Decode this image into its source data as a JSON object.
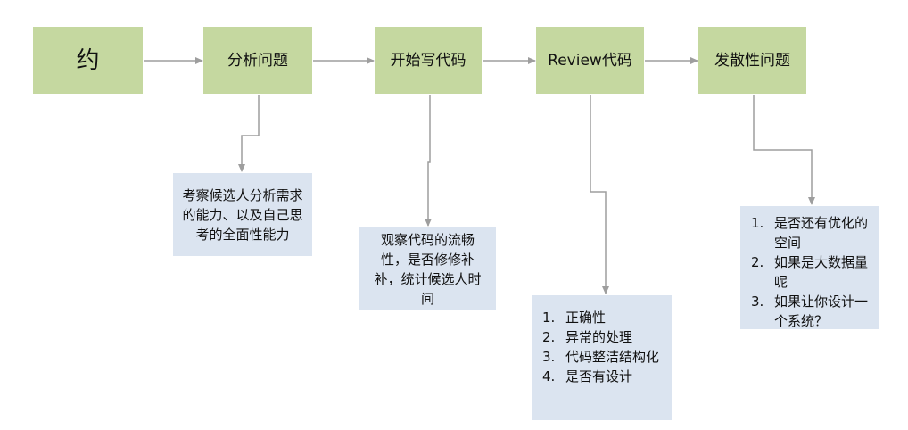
{
  "steps": [
    "约",
    "分析问题",
    "开始写代码",
    "Review代码",
    "发散性问题"
  ],
  "notes": {
    "analyze": "考察候选人分析需求的能力、以及自己思考的全面性能力",
    "code": "观察代码的流畅性，是否修修补补，统计候选人时间",
    "review": [
      "正确性",
      "异常的处理",
      "代码整洁结构化",
      "是否有设计"
    ],
    "diverge": [
      "是否还有优化的空间",
      "如果是大数据量呢",
      "如果让你设计一个系统？"
    ]
  },
  "colors": {
    "step_fill": "#c5d8a0",
    "note_fill": "#dbe4f0",
    "connector": "#9e9e9e"
  }
}
